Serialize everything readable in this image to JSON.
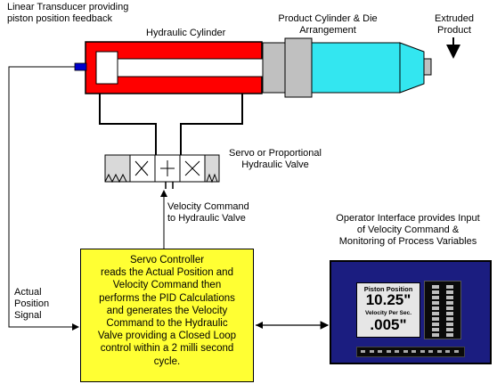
{
  "labels": {
    "transducer": [
      "Linear Transducer providing",
      "piston position feedback"
    ],
    "hydraulic_cylinder": "Hydraulic Cylinder",
    "product_cylinder": [
      "Product Cylinder & Die",
      "Arrangement"
    ],
    "extruded_product": [
      "Extruded",
      "Product"
    ],
    "servo_valve": [
      "Servo or Proportional",
      "Hydraulic Valve"
    ],
    "velocity_command": [
      "Velocity Command",
      "to Hydraulic Valve"
    ],
    "operator_interface": [
      "Operator Interface provides Input",
      "of Velocity Command &",
      "Monitoring of Process Variables"
    ],
    "feedback_signal": [
      "Actual",
      "Position",
      "Signal"
    ]
  },
  "controller": {
    "lines": [
      "Servo Controller",
      "reads the Actual Position and",
      "Velocity Command then",
      "performs the PID Calculations",
      "and generates the Velocity",
      "Command to the Hydraulic",
      "Valve providing a Closed Loop",
      "control within a 2 milli second",
      "cycle."
    ]
  },
  "hmi": {
    "position_label": "Piston Position",
    "position_value": "10.25\"",
    "velocity_label": "Velocity Per Sec.",
    "velocity_value": ".005\""
  },
  "colors": {
    "hydraulic_cylinder": "#ff0000",
    "transducer": "#0000cc",
    "die_body": "#c0c0c0",
    "product": "#33e6f0",
    "controller_fill": "#ffff33",
    "hmi_bezel": "#1b1d80",
    "valve_fill": "#d9d9d9"
  }
}
